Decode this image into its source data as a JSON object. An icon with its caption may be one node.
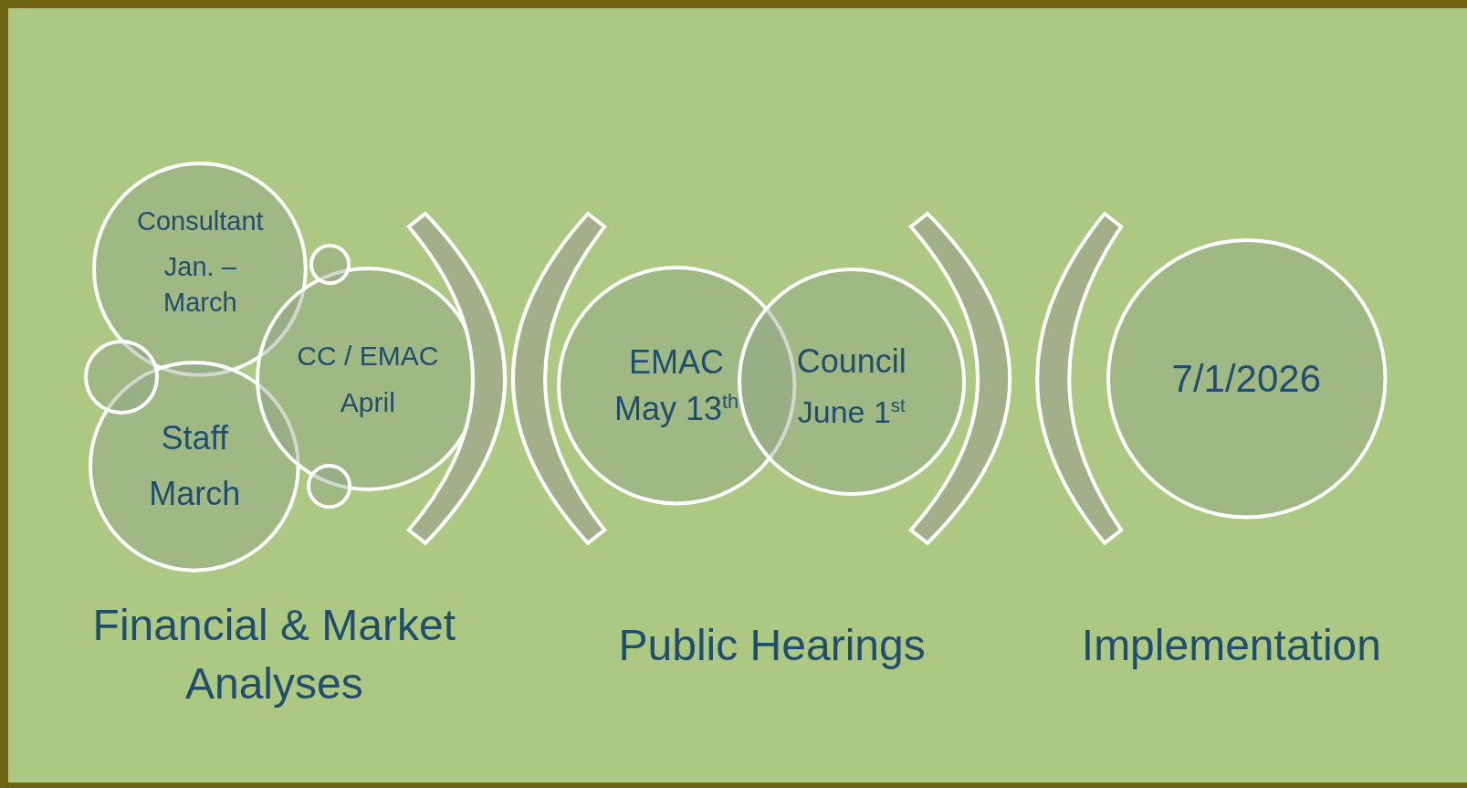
{
  "diagram": {
    "nodes": [
      {
        "text": [
          "Consultant",
          "Jan. – March"
        ]
      },
      {
        "text": [
          "Staff",
          "March"
        ]
      },
      {
        "text": [
          "CC / EMAC",
          "April"
        ]
      },
      {
        "text": [],
        "shape": "circle"
      },
      {
        "text": [],
        "shape": "circle"
      },
      {
        "text": [],
        "shape": "circle"
      },
      {
        "text": [
          "EMAC",
          "May 13$^{th}$"
        ]
      },
      {
        "text": [
          "Council",
          "June 1$^{st}$"
        ]
      },
      {
        "text": [
          "7/1/2026"
        ]
      },
      {
        "text": [],
        "shape": "bracket"
      },
      {
        "text": [],
        "shape": "bracket"
      },
      {
        "text": [],
        "shape": "bracket"
      },
      {
        "text": [],
        "shape": "bracket"
      }
    ],
    "labels": [
      "Financial & Market Analyses",
      "Public Hearings",
      "Implementation"
    ]
  }
}
